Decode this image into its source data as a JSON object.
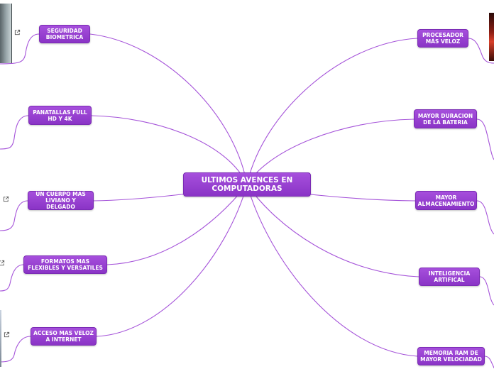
{
  "central": {
    "label": "ULTIMOS AVENCES EN COMPUTADORAS"
  },
  "topics_left": [
    {
      "label": "SEGURIDAD BIOMETRICA"
    },
    {
      "label": "PANATALLAS FULL HD Y 4K"
    },
    {
      "label": "UN CUERPO MAS LIVIANO Y DELGADO"
    },
    {
      "label": "FORMATOS MAS FLEXIBLES Y VERSATILES"
    },
    {
      "label": "ACCESO MAS VELOZ A INTERNET"
    }
  ],
  "topics_right": [
    {
      "label": "PROCESADOR MÁS VELOZ"
    },
    {
      "label": "MAYOR DURACION DE LA BATERIA"
    },
    {
      "label": "MAYOR ALMACENAMIENTO"
    },
    {
      "label": "INTELIGENCIA ARTIFICAL"
    },
    {
      "label": "MEMORIA RAM DE MAYOR VELOCIADAD"
    }
  ],
  "colors": {
    "node_fill": "#9a45d4",
    "link": "#a553d9",
    "link_icon": "#555555"
  },
  "icons": {
    "external_link": "external-link-icon"
  }
}
